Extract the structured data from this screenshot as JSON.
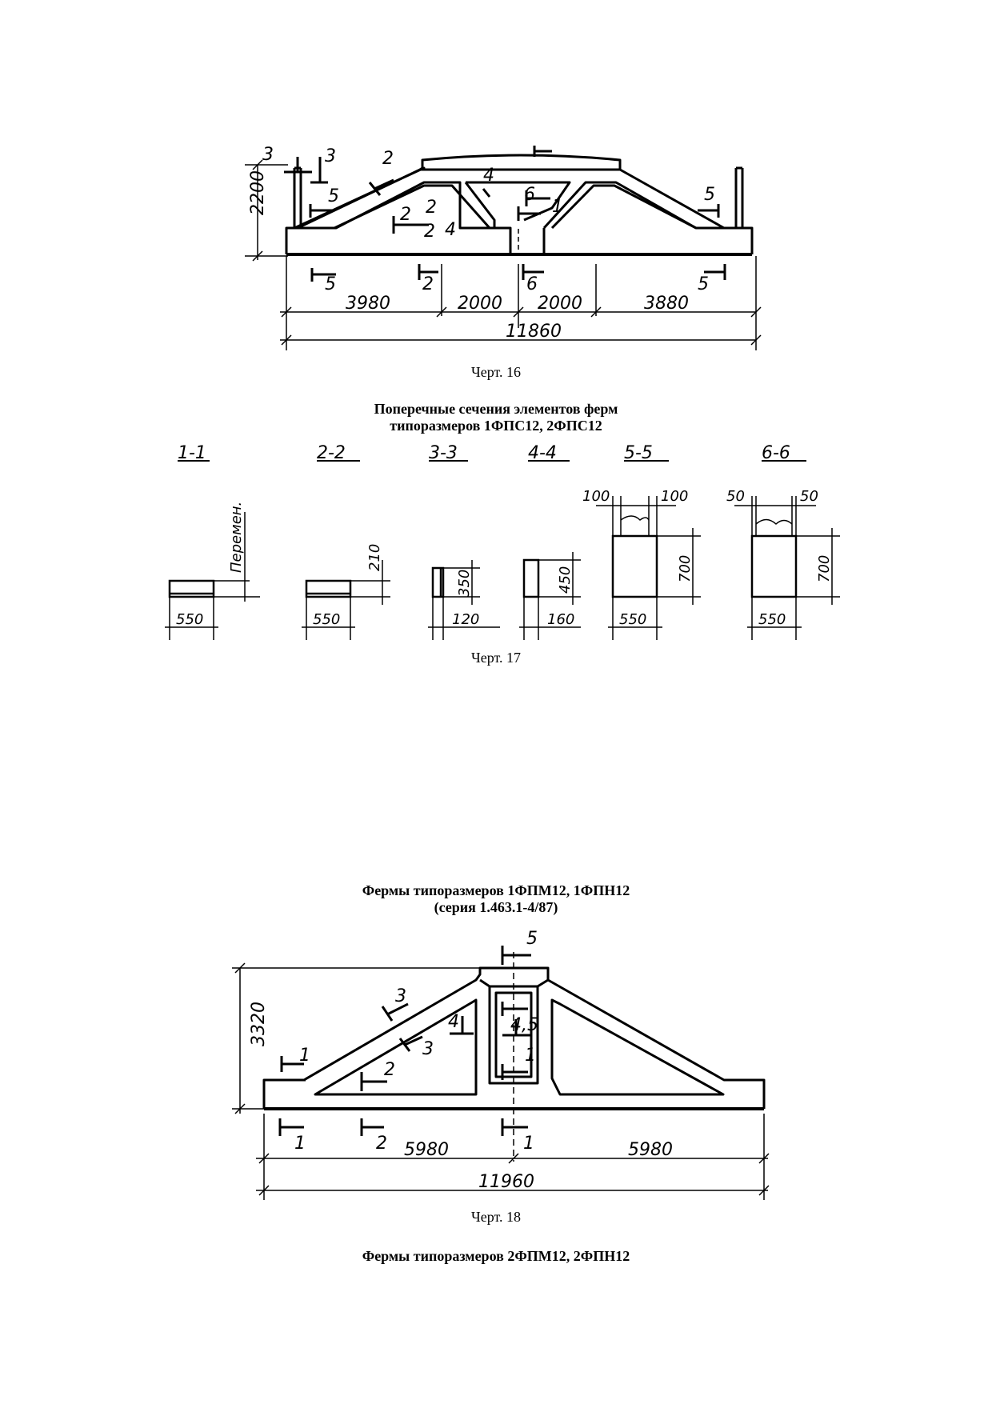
{
  "fig16": {
    "caption": "Черт. 16",
    "height_dim": "2200",
    "dims": [
      "3980",
      "2000",
      "2000",
      "3880"
    ],
    "total": "11860",
    "section_marks": [
      "3",
      "3",
      "2",
      "5",
      "2",
      "2",
      "4",
      "4",
      "2",
      "6",
      "1",
      "5",
      "5",
      "2",
      "6",
      "5"
    ]
  },
  "fig17": {
    "heading_line1": "Поперечные сечения элементов ферм",
    "heading_line2": "типоразмеров  1ФПС12, 2ФПС12",
    "caption": "Черт. 17",
    "sections": [
      {
        "title": "1-1",
        "width": "550",
        "height": "Перемен."
      },
      {
        "title": "2-2",
        "width": "550",
        "height": "210"
      },
      {
        "title": "3-3",
        "width": "120",
        "height": "350"
      },
      {
        "title": "4-4",
        "width": "160",
        "height": "450"
      },
      {
        "title": "5-5",
        "width": "550",
        "height": "700",
        "left": "100",
        "right": "100"
      },
      {
        "title": "6-6",
        "width": "550",
        "height": "700",
        "left": "50",
        "right": "50"
      }
    ]
  },
  "fig18": {
    "heading_line1": "Фермы типоразмеров 1ФПМ12, 1ФПН12",
    "heading_line2": "(серия 1.463.1-4/87)",
    "caption": "Черт. 18",
    "height_dim": "3320",
    "dims": [
      "5980",
      "5980"
    ],
    "total": "11960",
    "section_marks": [
      "5",
      "3",
      "4",
      "4,5",
      "1",
      "2",
      "3",
      "1",
      "1",
      "2",
      "1"
    ]
  },
  "fig19": {
    "heading": "Фермы типоразмеров 2ФПМ12, 2ФПН12"
  }
}
